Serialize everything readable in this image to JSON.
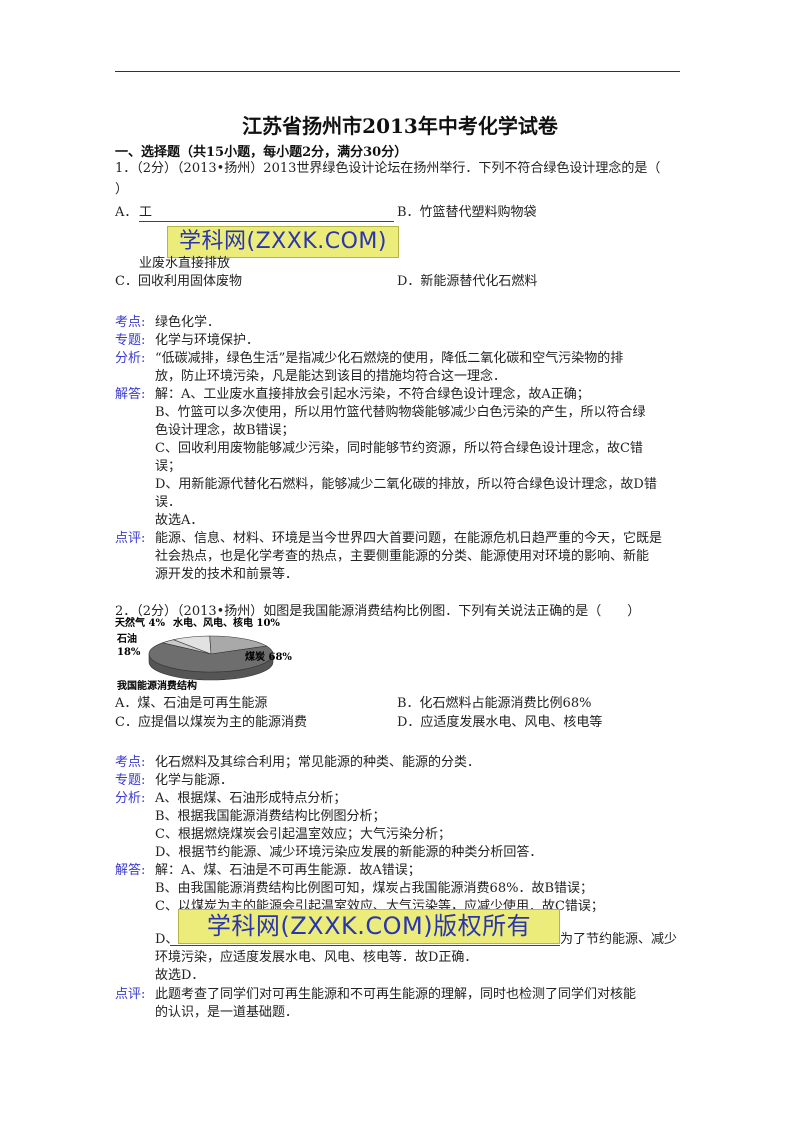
{
  "title": "江苏省扬州市2013年中考化学试卷",
  "section1": "一、选择题（共15小题，每小题2分，满分30分）",
  "q1": {
    "stem_line1": "1．（2分）（2013•扬州）2013世界绿色设计论坛在扬州举行．下列不符合绿色设计理念的是（",
    "stem_line2": "）",
    "optA_prefix": "A．",
    "optA_word": "工",
    "optA_cont": "业废水直接排放",
    "optB": "B．竹篮替代塑料购物袋",
    "optC": "C．回收利用固体废物",
    "optD": "D．新能源替代化石燃料",
    "watermark": "学科网(ZXXK.COM)",
    "kaodian_label": "考点:",
    "kaodian": "绿色化学．",
    "zhuanti_label": "专题:",
    "zhuanti": "化学与环境保护．",
    "fenxi_label": "分析:",
    "fenxi_1": "“低碳减排，绿色生活”是指减少化石燃烧的使用，降低二氧化碳和空气污染物的排",
    "fenxi_2": "放，防止环境污染，凡是能达到该目的措施均符合这一理念．",
    "jieda_label": "解答:",
    "jieda_1": "解：A、工业废水直接排放会引起水污染，不符合绿色设计理念，故A正确；",
    "jieda_2": "B、竹篮可以多次使用，所以用竹篮代替购物袋能够减少白色污染的产生，所以符合绿",
    "jieda_3": "色设计理念，故B错误；",
    "jieda_4": "C、回收利用废物能够减少污染，同时能够节约资源，所以符合绿色设计理念，故C错",
    "jieda_5": "误；",
    "jieda_6": "D、用新能源代替化石燃料，能够减少二氧化碳的排放，所以符合绿色设计理念，故D错",
    "jieda_7": "误．",
    "jieda_8": "故选A．",
    "dianping_label": "点评:",
    "dianping_1": "能源、信息、材料、环境是当今世界四大首要问题，在能源危机日趋严重的今天，它既是",
    "dianping_2": "社会热点，也是化学考查的热点，主要侧重能源的分类、能源使用对环境的影响、新能",
    "dianping_3": "源开发的技术和前景等．"
  },
  "q2": {
    "stem": "2．（2分）（2013•扬州）如图是我国能源消费结构比例图．下列有关说法正确的是（　　）",
    "optA": "A．煤、石油是可再生能源",
    "optB": "B．化石燃料占能源消费比例68%",
    "optC": "C．应提倡以煤炭为主的能源消费",
    "optD": "D．应适度发展水电、风电、核电等",
    "watermark": "学科网(ZXXK.COM)版权所有",
    "kaodian_label": "考点:",
    "kaodian": "化石燃料及其综合利用；常见能源的种类、能源的分类．",
    "zhuanti_label": "专题:",
    "zhuanti": "化学与能源．",
    "fenxi_label": "分析:",
    "fenxi_1": "A、根据煤、石油形成特点分析；",
    "fenxi_2": "B、根据我国能源消费结构比例图分析；",
    "fenxi_3": "C、根据燃烧煤炭会引起温室效应；大气污染分析；",
    "fenxi_4": "D、根据节约能源、减少环境污染应发展的新能源的种类分析回答．",
    "jieda_label": "解答:",
    "jieda_1": "解：A、煤、石油是不可再生能源．故A错误；",
    "jieda_2": "B、由我国能源消费结构比例图可知，煤炭占我国能源消费68%．故B错误；",
    "jieda_3": "C、以煤炭为主的能源会引起温室效应、大气污染等，应减少使用．故C错误；",
    "jieda_4a": "D、",
    "jieda_4b": "为了节约能源、减少",
    "jieda_5": "环境污染，应适度发展水电、风电、核电等．故D正确．",
    "jieda_6": "故选D．",
    "dianping_label": "点评:",
    "dianping_1": "此题考查了同学们对可再生能源和不可再生能源的理解，同时也检测了同学们对核能",
    "dianping_2": "的认识，是一道基础题．"
  },
  "chart_data": {
    "type": "pie",
    "title": "我国能源消费结构",
    "categories": [
      "天然气",
      "水电、风电、核电",
      "石油",
      "煤炭"
    ],
    "values": [
      4,
      10,
      18,
      68
    ],
    "labels": [
      "天然气 4%",
      "水电、风电、核电 10%",
      "石油\n18%",
      "煤炭 68%"
    ],
    "colors": [
      "#c9c9c9",
      "#e2e2e2",
      "#a9a9a9",
      "#6e6e6e"
    ]
  }
}
